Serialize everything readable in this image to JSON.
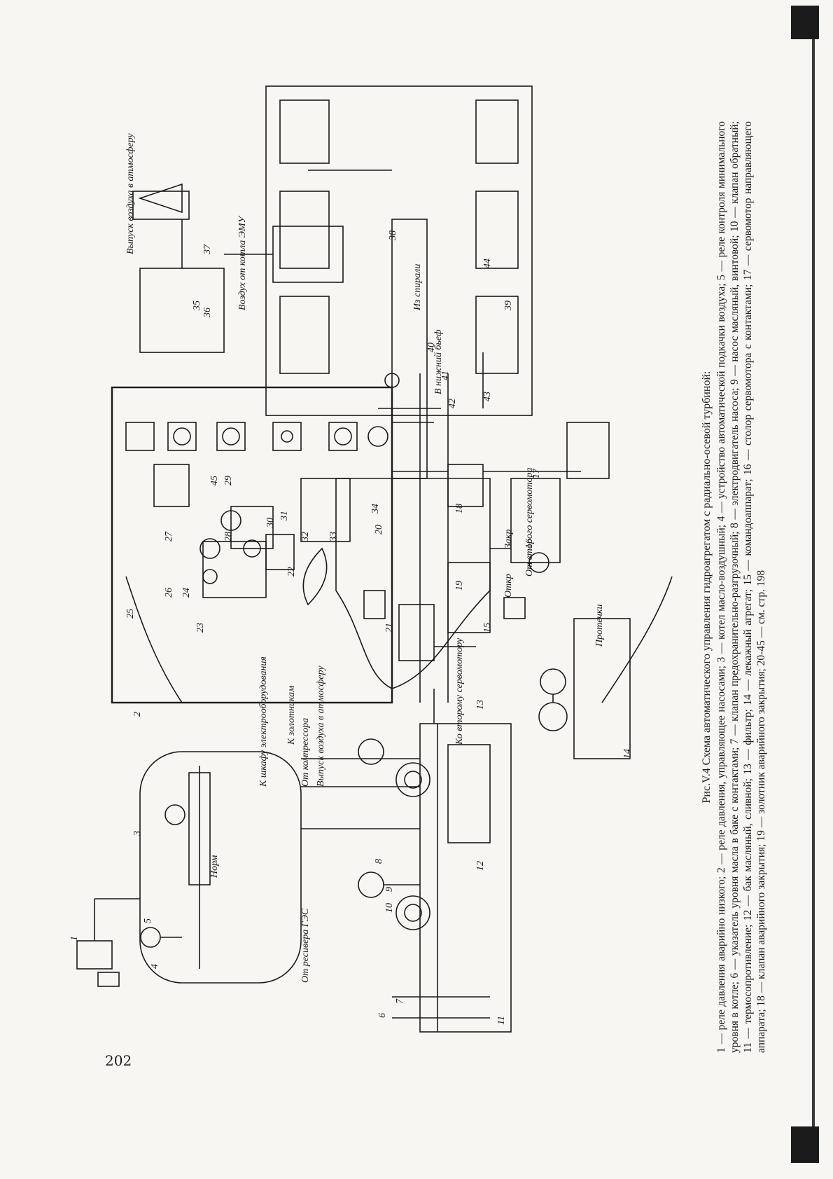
{
  "page": {
    "number": "202"
  },
  "figure": {
    "title": "Рис.V.4 Схема автоматического управления гидроагрегатом с радиально-осевой турбиной:",
    "legend": "1 — реле давления аварийно низкого; 2 — реле давления, управляющее насосами; 3 — котел масло-воздушный; 4 — устройство автоматической подкачки воздуха; 5 — реле контроля минимального уровня в котле; 6 — указатель уровня масла в баке с контактами; 7 — клапан предохранительно-разгрузочный; 8 — электродвигатель насоса; 9 — насос масляный, винтовой; 10 — клапан обратный; 11 — термосопротивление; 12 — бак масляный, сливной; 13 — фильтр; 14 — лекажный агрегат; 15 — командоаппарат; 16 — столор сервомотора с контактами; 17 — сервомотор направляющего аппарата; 18 — клапан аварийного закрытия; 19 — золотник аварийного закрытия; 20-45 — см. стр. 198",
    "labels": {
      "air_release_top": "Выпуск воздуха в атмосферу",
      "air_from_boiler": "Воздух от котла ЭМУ",
      "to_spiral": "Из спирали",
      "to_tailwater": "В нижний бьеф",
      "leakage": "Протечки",
      "from_second_servo": "От второго сервомотора",
      "to_electrical_cabinet": "К шкафу электрооборудования",
      "to_spools": "К золотникам",
      "from_compressor": "От компрессора",
      "air_release_atm": "Выпуск воздуха в атмосферу",
      "to_second_servo": "Ко второму сервомотору",
      "from_receiver": "От ресивера ГЭС",
      "norm": "Норм",
      "close": "Закр",
      "open": "Откр"
    },
    "numbers": [
      "1",
      "2",
      "3",
      "4",
      "5",
      "6",
      "7",
      "8",
      "9",
      "10",
      "11",
      "12",
      "13",
      "14",
      "15",
      "16",
      "17",
      "18",
      "19",
      "20",
      "21",
      "22",
      "23",
      "24",
      "25",
      "26",
      "27",
      "28",
      "29",
      "30",
      "31",
      "32",
      "33",
      "34",
      "35",
      "36",
      "37",
      "38",
      "39",
      "40",
      "41",
      "42",
      "43",
      "44",
      "45"
    ]
  },
  "colors": {
    "ink": "#1a1a1a",
    "paper": "#f7f6f3"
  }
}
